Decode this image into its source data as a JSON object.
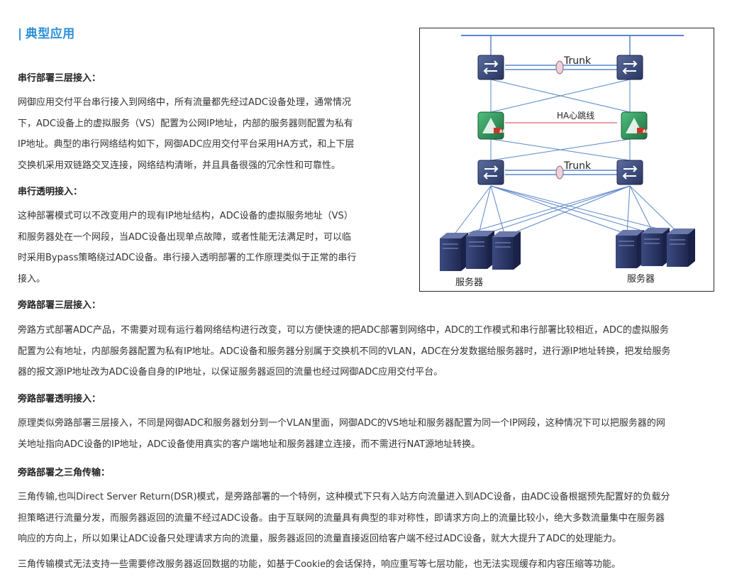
{
  "section": {
    "bar": "|",
    "title": "典型应用"
  },
  "blocks": {
    "serial_l3": {
      "heading": "串行部署三层接入：",
      "lines": [
        "网御应用交付平台串行接入到网络中，所有流量都先经过ADC设备处理，通常情况",
        "下，ADC设备上的虚拟服务（VS）配置为公网IP地址，内部的服务器则配置为私有",
        "IP地址。典型的串行网络结构如下，网御ADC应用交付平台采用HA方式，和上下层",
        "交换机采用双链路交叉连接，网络结构清晰，并且具备很强的冗余性和可靠性。"
      ]
    },
    "serial_transparent": {
      "heading": "串行透明接入：",
      "lines": [
        "这种部署模式可以不改变用户的现有IP地址结构，ADC设备的虚拟服务地址（VS）",
        "和服务器处在一个网段，当ADC设备出现单点故障，或者性能无法满足时，可以临",
        "时采用Bypass策略绕过ADC设备。串行接入透明部署的工作原理类似于正常的串行",
        "接入。"
      ]
    },
    "bypass_l3": {
      "heading": "旁路部署三层接入：",
      "lines": [
        "旁路方式部署ADC产品，不需要对现有运行着网络结构进行改变，可以方便快速的把ADC部署到网络中，ADC的工作模式和串行部署比较相近，ADC的虚拟服务",
        "配置为公有地址，内部服务器配置为私有IP地址。ADC设备和服务器分别属于交换机不同的VLAN，ADC在分发数据给服务器时，进行源IP地址转换，把发给服务",
        "器的报文源IP地址改为ADC设备自身的IP地址，以保证服务器返回的流量也经过网御ADC应用交付平台。"
      ]
    },
    "bypass_transparent": {
      "heading": "旁路部署透明接入：",
      "lines": [
        "原理类似旁路部署三层接入，不同是网御ADC和服务器划分到一个VLAN里面，网御ADC的VS地址和服务器配置为同一个IP网段，这种情况下可以把服务器的网",
        "关地址指向ADC设备的IP地址，ADC设备使用真实的客户端地址和服务器建立连接，而不需进行NAT源地址转换。"
      ]
    },
    "bypass_triangle": {
      "heading": "旁路部署之三角传输：",
      "lines": [
        "三角传输,也叫Direct Server Return(DSR)模式，是旁路部署的一个特例，这种模式下只有入站方向流量进入到ADC设备，由ADC设备根据预先配置好的负载分",
        "担策略进行流量分发，而服务器返回的流量不经过ADC设备。由于互联网的流量具有典型的非对称性，即请求方向上的流量比较小，绝大多数流量集中在服务器",
        "响应的方向上，所以如果让ADC设备只处理请求方向的流量，服务器返回的流量直接返回给客户端不经过ADC设备，就大大提升了ADC的处理能力。"
      ],
      "extra": "三角传输模式无法支持一些需要修改服务器返回数据的功能，如基于Cookie的会话保持，响应重写等七层功能，也无法实现缓存和内容压缩等功能。"
    }
  },
  "diagram": {
    "trunk_top": "Trunk",
    "trunk_bottom": "Trunk",
    "ha_label": "HA心跳线",
    "adc_badge": "ADC",
    "servers_left": "服务器",
    "servers_right": "服务器",
    "colors": {
      "switch": "#3a4a7a",
      "adc": "#2f9a5a",
      "link": "#5a86c8",
      "ha": "#d04040",
      "server": "#2c3660",
      "trunk": "#e9c8d6"
    },
    "icons": [
      "switch-icon",
      "adc-device-icon",
      "server-icon"
    ]
  }
}
